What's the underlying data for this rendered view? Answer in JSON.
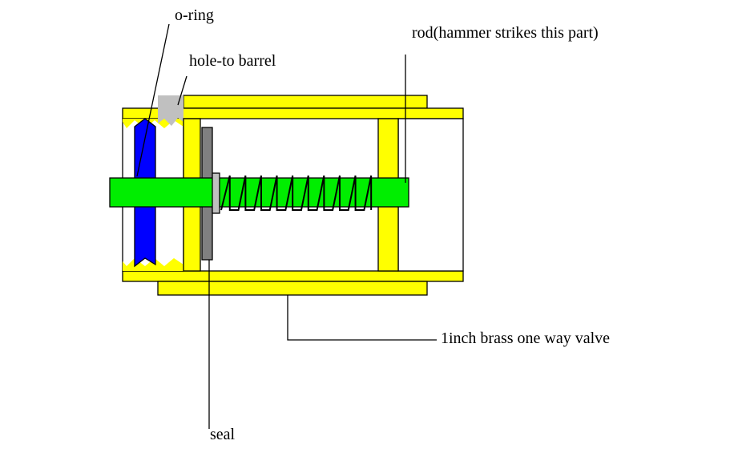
{
  "labels": {
    "oring": "o-ring",
    "hole": "hole-to barrel",
    "rod": "rod(hammer strikes this part)",
    "valve": "1inch brass one way valve",
    "seal": "seal"
  },
  "colors": {
    "housing": "#ffff00",
    "oring": "#0000ff",
    "rod": "#00ee00",
    "seal": "#808080",
    "washer": "#c0c0c0",
    "hole": "#c0c0c0"
  }
}
